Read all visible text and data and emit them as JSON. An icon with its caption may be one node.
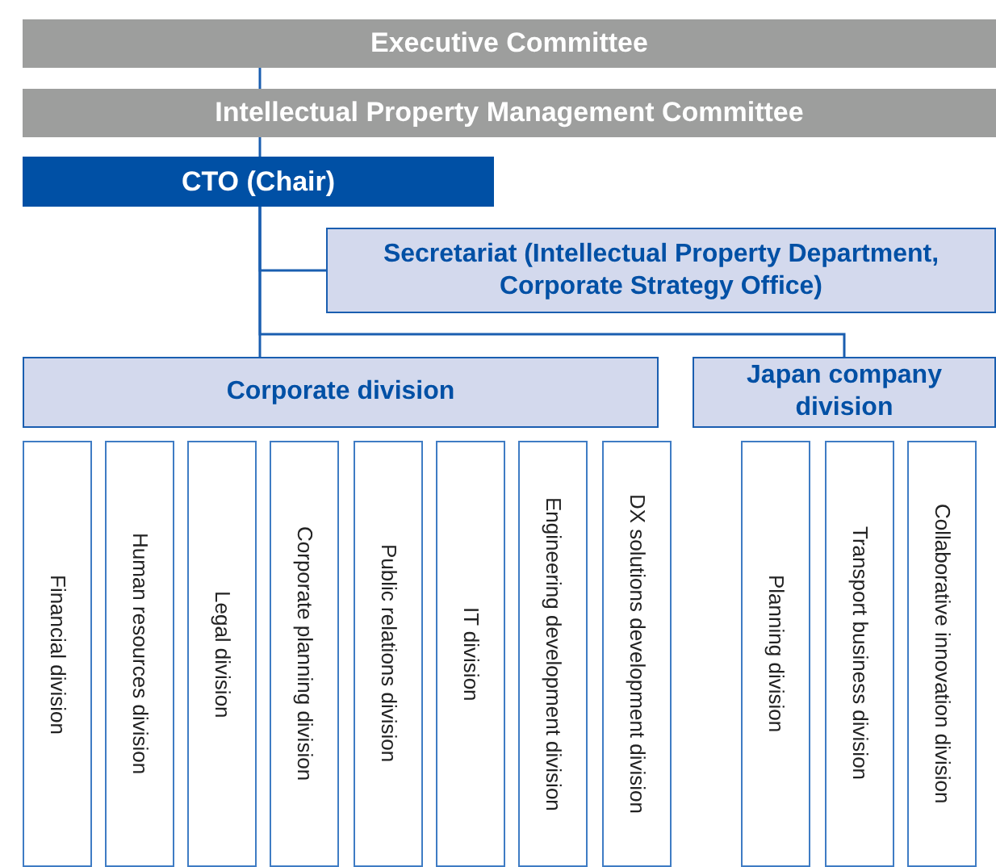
{
  "diagram": {
    "nodes": [
      {
        "text": [
          "Executive Committee"
        ]
      },
      {
        "text": [
          "Intellectual Property Management Committee"
        ]
      },
      {
        "text": [
          "CTO (Chair)"
        ]
      },
      {
        "text": [
          "Secretariat (Intellectual Property Department, Corporate Strategy Office)"
        ]
      },
      {
        "text": [
          "Corporate division"
        ]
      },
      {
        "text": [
          "Japan company division"
        ]
      },
      {
        "text": [
          "Financial division"
        ]
      },
      {
        "text": [
          "Human resources division"
        ]
      },
      {
        "text": [
          "Legal division"
        ]
      },
      {
        "text": [
          "Corporate planning division"
        ]
      },
      {
        "text": [
          "Public relations division"
        ]
      },
      {
        "text": [
          "IT division"
        ]
      },
      {
        "text": [
          "Engineering development division"
        ]
      },
      {
        "text": [
          "DX solutions development division"
        ]
      },
      {
        "text": [
          "Planning division"
        ]
      },
      {
        "text": [
          "Transport business division"
        ]
      },
      {
        "text": [
          "Collaborative innovation division"
        ]
      }
    ],
    "edges": [
      {
        "from": 0,
        "to": 1,
        "arrow": "none"
      },
      {
        "from": 1,
        "to": 2,
        "arrow": "none"
      },
      {
        "from": 2,
        "to": 3,
        "arrow": "none"
      },
      {
        "from": 2,
        "to": 4,
        "arrow": "none"
      },
      {
        "from": 2,
        "to": 5,
        "arrow": "none"
      }
    ]
  }
}
